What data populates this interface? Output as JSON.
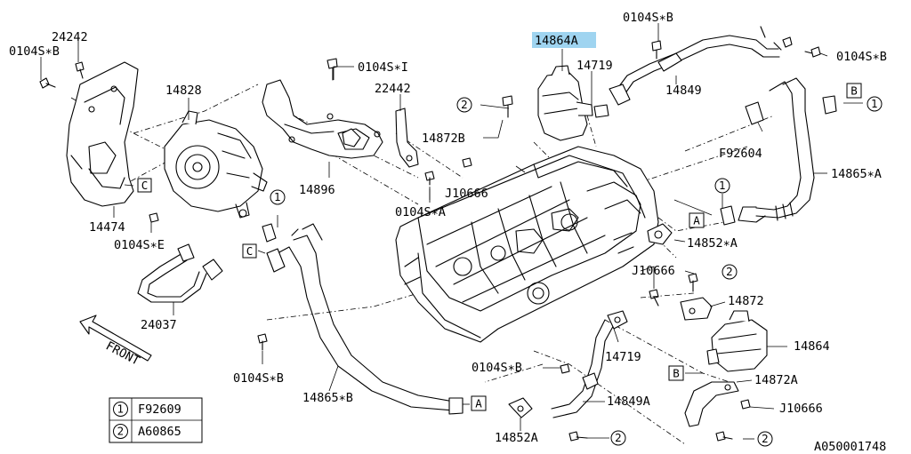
{
  "labels": {
    "p24242": "24242",
    "p0104SB_tl": "0104S∗B",
    "p14828": "14828",
    "p0104SI": "0104S∗I",
    "p22442": "22442",
    "p14864A": "14864A",
    "p0104SB_tr1": "0104S∗B",
    "p14719_top": "14719",
    "p0104SB_tr2": "0104S∗B",
    "p14849": "14849",
    "p14872B": "14872B",
    "pF92604": "F92604",
    "p14865A": "14865∗A",
    "p14896": "14896",
    "pJ10666_a": "J10666",
    "p0104SA": "0104S∗A",
    "p14474": "14474",
    "p0104SE": "0104S∗E",
    "p14852A_right": "14852∗A",
    "pJ10666_b": "J10666",
    "p14872": "14872",
    "p24037": "24037",
    "p14864": "14864",
    "p0104SB_bl": "0104S∗B",
    "p14719_bot": "14719",
    "p0104SB_mid": "0104S∗B",
    "p14872A": "14872A",
    "p14865B": "14865∗B",
    "p14849A": "14849A",
    "pJ10666_c": "J10666",
    "p14852A_bot": "14852A",
    "front": "FRONT",
    "docid": "A050001748"
  },
  "callouts": {
    "one": "1",
    "two": "2"
  },
  "refs": {
    "A": "A",
    "B": "B",
    "C": "C"
  },
  "legend": [
    {
      "num": "1",
      "part": "F92609"
    },
    {
      "num": "2",
      "part": "A60865"
    }
  ],
  "colors": {
    "highlight": "#9fd4f0",
    "line": "#000000"
  }
}
